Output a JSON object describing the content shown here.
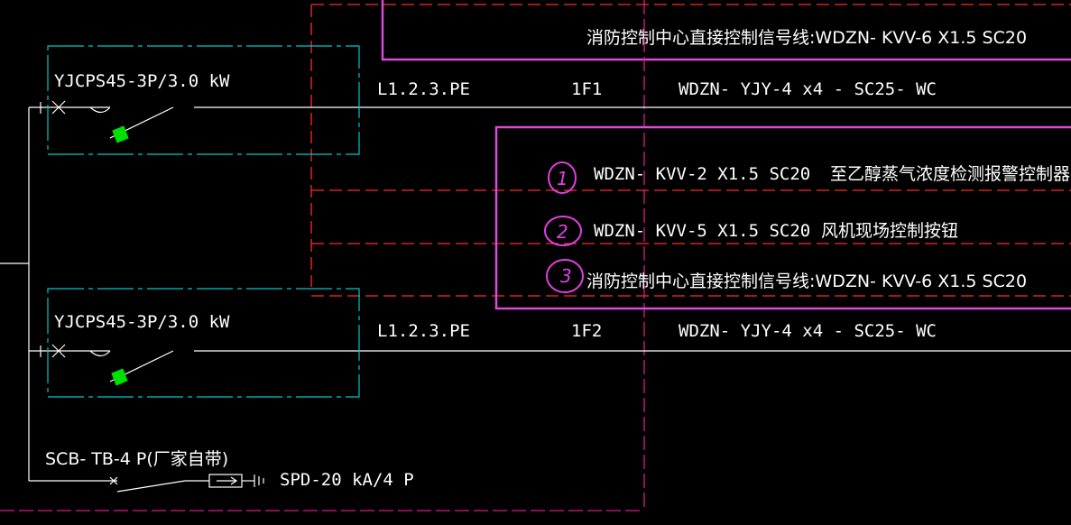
{
  "colors": {
    "background": "#000000",
    "wire": "#ffffff",
    "breaker_box": "#00c8c8",
    "control_line": "#ff2a2a",
    "pe_line": "#e0198c",
    "annotation_frame": "#d84cd8",
    "breaker_handle": "#00e000",
    "hand_marks": "#e040e0"
  },
  "top_frame": {
    "label": "消防控制中心直接控制信号线:WDZN- KVV-6 X1.5  SC20"
  },
  "circuits": [
    {
      "breaker_model": "YJCPS45-3P/3.0 kW",
      "phases": "L1.2.3.PE",
      "circuit_id": "1F1",
      "cable": "WDZN- YJY-4 x4 - SC25- WC"
    },
    {
      "breaker_model": "YJCPS45-3P/3.0 kW",
      "phases": "L1.2.3.PE",
      "circuit_id": "1F2",
      "cable": "WDZN- YJY-4 x4 - SC25- WC"
    }
  ],
  "control_notes": [
    {
      "mark": "1",
      "cable": "WDZN- KVV-2 X1.5  SC20",
      "dest": "至乙醇蒸气浓度检测报警控制器"
    },
    {
      "mark": "2",
      "cable": "WDZN- KVV-5 X1.5  SC20",
      "dest": "风机现场控制按钮"
    },
    {
      "mark": "3",
      "cable": "消防控制中心直接控制信号线:WDZN- KVV-6 X1.5  SC20",
      "dest": ""
    }
  ],
  "spd": {
    "breaker": "SCB- TB-4 P(厂家自带)",
    "device": "SPD-20 kA/4 P"
  }
}
